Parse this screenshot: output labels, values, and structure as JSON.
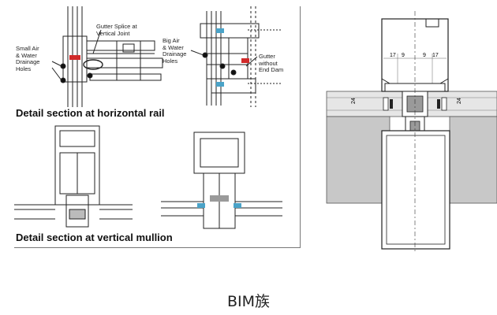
{
  "left_panel": {
    "top_left_labels": {
      "small_air": "Small Air\n& Water\nDrainage\nHoles",
      "gutter_splice": "Gutter Splice at\nVertical Joint"
    },
    "top_right_labels": {
      "big_air": "Big Air\n& Water\nDrainage\nHoles",
      "gutter_without": "Gutter\nwithout\nEnd Dam"
    },
    "caption_horizontal": "Detail section at horizontal rail",
    "caption_vertical": "Detail section at vertical mullion"
  },
  "right_panel": {
    "dimensions_left": [
      "17",
      "9"
    ],
    "dimensions_right": [
      "9",
      "17"
    ],
    "glass_thickness_left": "24",
    "glass_thickness_right": "24"
  },
  "caption": "BIM族",
  "colors": {
    "line": "#222222",
    "gasket_red": "#d12a2a",
    "gasket_cyan": "#4aa3c8",
    "glass_gray": "#d9d9d9",
    "dark_gray": "#9a9a9a"
  }
}
